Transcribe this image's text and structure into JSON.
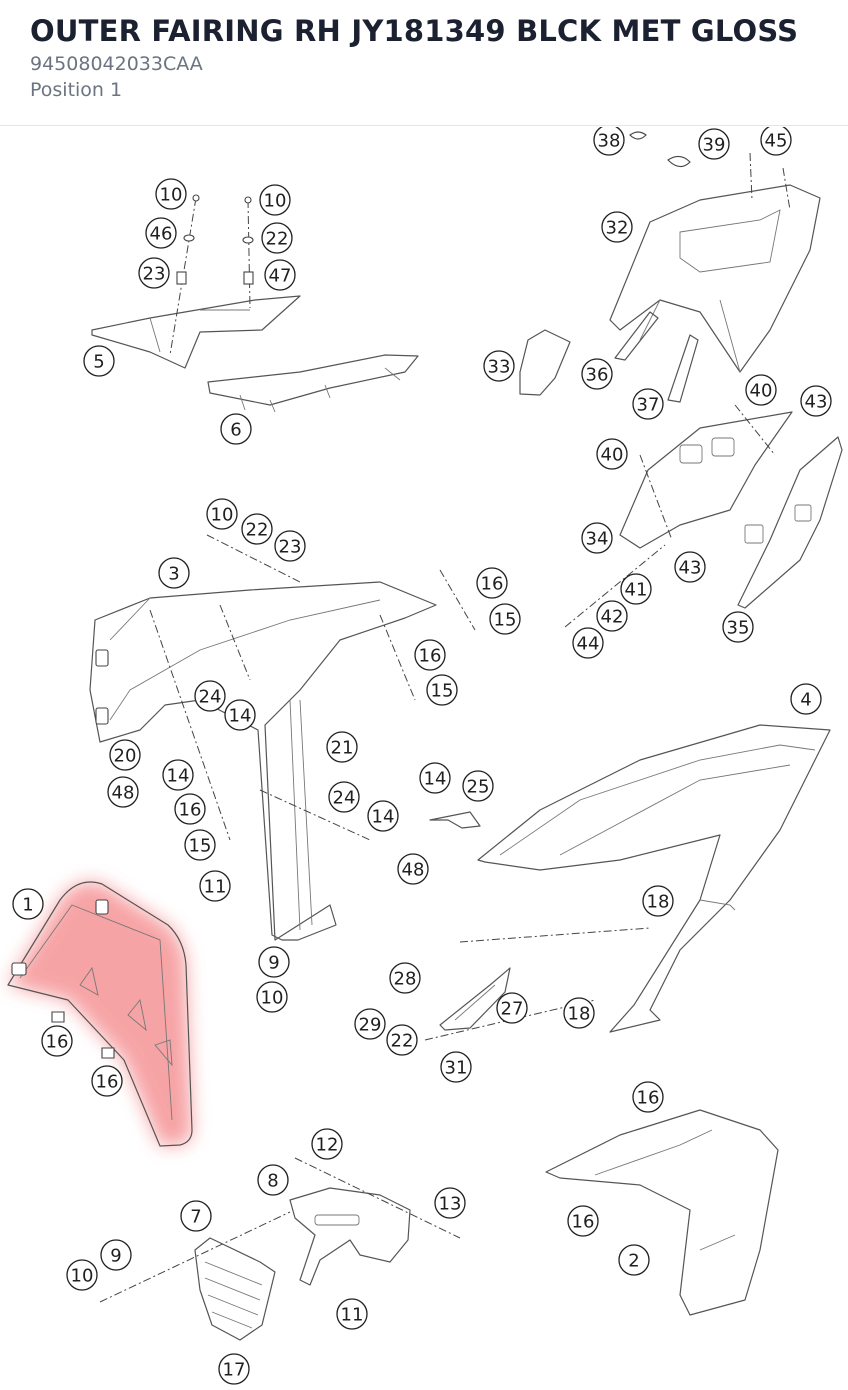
{
  "header": {
    "title": "OUTER FAIRING RH JY181349 BLCK MET GLOSS",
    "part_number": "94508042033CAA",
    "position": "Position 1"
  },
  "diagram": {
    "highlight_color": "#f0595b",
    "callouts": [
      {
        "label": "38"
      },
      {
        "label": "39"
      },
      {
        "label": "45"
      },
      {
        "label": "32"
      },
      {
        "label": "10"
      },
      {
        "label": "10"
      },
      {
        "label": "46"
      },
      {
        "label": "22"
      },
      {
        "label": "23"
      },
      {
        "label": "47"
      },
      {
        "label": "5"
      },
      {
        "label": "6"
      },
      {
        "label": "33"
      },
      {
        "label": "36"
      },
      {
        "label": "37"
      },
      {
        "label": "40"
      },
      {
        "label": "43"
      },
      {
        "label": "40"
      },
      {
        "label": "34"
      },
      {
        "label": "43"
      },
      {
        "label": "41"
      },
      {
        "label": "42"
      },
      {
        "label": "44"
      },
      {
        "label": "35"
      },
      {
        "label": "10"
      },
      {
        "label": "22"
      },
      {
        "label": "23"
      },
      {
        "label": "3"
      },
      {
        "label": "16"
      },
      {
        "label": "15"
      },
      {
        "label": "16"
      },
      {
        "label": "15"
      },
      {
        "label": "24"
      },
      {
        "label": "14"
      },
      {
        "label": "21"
      },
      {
        "label": "20"
      },
      {
        "label": "14"
      },
      {
        "label": "48"
      },
      {
        "label": "16"
      },
      {
        "label": "15"
      },
      {
        "label": "24"
      },
      {
        "label": "14"
      },
      {
        "label": "4"
      },
      {
        "label": "14"
      },
      {
        "label": "25"
      },
      {
        "label": "48"
      },
      {
        "label": "11"
      },
      {
        "label": "1"
      },
      {
        "label": "18"
      },
      {
        "label": "9"
      },
      {
        "label": "10"
      },
      {
        "label": "28"
      },
      {
        "label": "27"
      },
      {
        "label": "18"
      },
      {
        "label": "29"
      },
      {
        "label": "22"
      },
      {
        "label": "31"
      },
      {
        "label": "16"
      },
      {
        "label": "16"
      },
      {
        "label": "2"
      },
      {
        "label": "12"
      },
      {
        "label": "8"
      },
      {
        "label": "13"
      },
      {
        "label": "7"
      },
      {
        "label": "9"
      },
      {
        "label": "10"
      },
      {
        "label": "16"
      },
      {
        "label": "16"
      },
      {
        "label": "11"
      },
      {
        "label": "17"
      }
    ]
  }
}
